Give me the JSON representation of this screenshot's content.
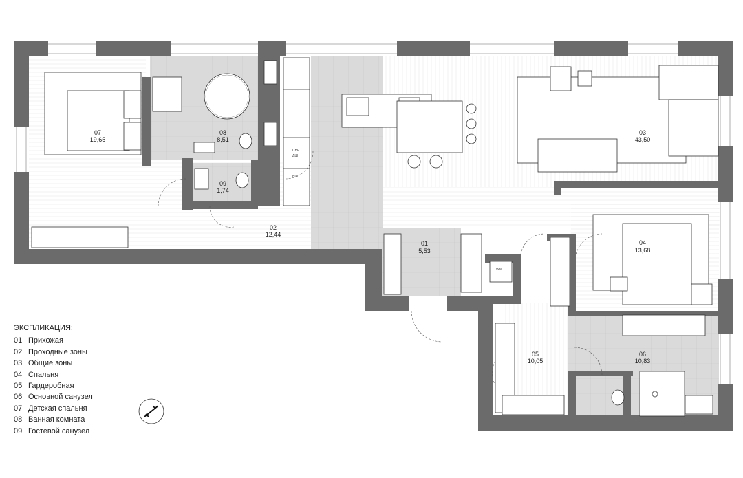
{
  "rooms": [
    {
      "num": "01",
      "area": "5,53"
    },
    {
      "num": "02",
      "area": "12,44"
    },
    {
      "num": "03",
      "area": "43,50"
    },
    {
      "num": "04",
      "area": "13,68"
    },
    {
      "num": "05",
      "area": "10,05"
    },
    {
      "num": "06",
      "area": "10,83"
    },
    {
      "num": "07",
      "area": "19,65"
    },
    {
      "num": "08",
      "area": "8,51"
    },
    {
      "num": "09",
      "area": "1,74"
    }
  ],
  "appliance_labels": {
    "wm": "WM",
    "svch": "СВЧ",
    "dsh": "ДШ",
    "vsh": "ВШ"
  },
  "legend": {
    "title": "ЭКСПЛИКАЦИЯ:",
    "items": [
      {
        "num": "01",
        "name": "Прихожая"
      },
      {
        "num": "02",
        "name": "Проходные зоны"
      },
      {
        "num": "03",
        "name": "Общие зоны"
      },
      {
        "num": "04",
        "name": "Спальня"
      },
      {
        "num": "05",
        "name": "Гардеробная"
      },
      {
        "num": "06",
        "name": "Основной санузел"
      },
      {
        "num": "07",
        "name": "Детская спальня"
      },
      {
        "num": "08",
        "name": "Ванная комната"
      },
      {
        "num": "09",
        "name": "Гостевой санузел"
      }
    ]
  },
  "colors": {
    "wall": "#6b6b6b",
    "tile": "#dcdcdc",
    "line": "#333333"
  }
}
